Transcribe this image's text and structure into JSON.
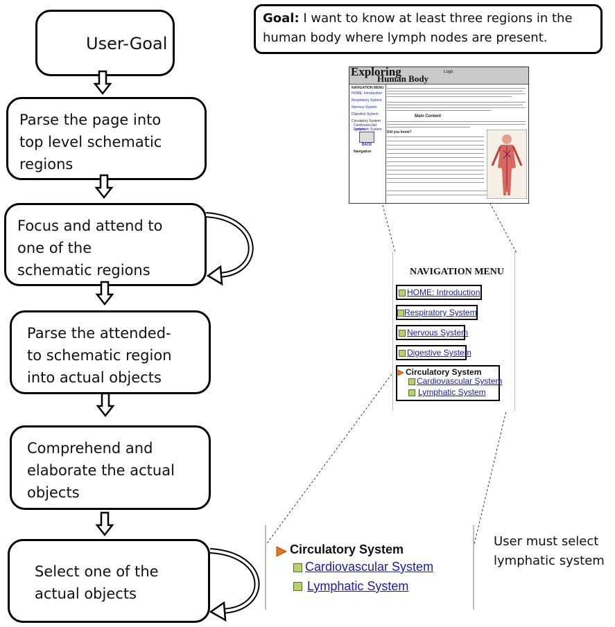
{
  "goal": {
    "label": "Goal:",
    "text_line1": " I want to know at least three regions in the",
    "text_line2": "human body where lymph nodes are present."
  },
  "flow": {
    "step0": "User-Goal",
    "step1": [
      "Parse the page into",
      "top level schematic",
      "regions"
    ],
    "step2": [
      "Focus and attend to",
      "one of the",
      "schematic regions"
    ],
    "step3": [
      "Parse the attended-",
      "to schematic region",
      "into actual objects"
    ],
    "step4": [
      "Comprehend and",
      "elaborate the actual",
      "objects"
    ],
    "step5": [
      "Select  one of the",
      "actual objects"
    ]
  },
  "thumbnail": {
    "title_line1": "Exploring",
    "title_line2": "Human Body",
    "logo": "Logo",
    "nav_heading": "NAVIGATION MENU",
    "nav_items": [
      "HOME: Introduction",
      "Respiratory System",
      "Nervous System",
      "Digestive System",
      "Circulatory System",
      "Cardiovascular System",
      "Lymphatic System"
    ],
    "back": "BACK",
    "nav_word": "Navigation",
    "section_title": "Main Content",
    "facts_heading": "Did you know?"
  },
  "nav_menu": {
    "title": "NAVIGATION MENU",
    "items": [
      "HOME: Introduction",
      "Respiratory System",
      "Nervous System",
      "Digestive System"
    ],
    "group_label": "Circulatory System",
    "sub_items": [
      "Cardiovascular System",
      "Lymphatic System"
    ]
  },
  "zoom": {
    "group_label": "Circulatory System",
    "sub_items": [
      "Cardiovascular System",
      "Lymphatic System"
    ]
  },
  "note": {
    "line1": "User must select",
    "line2": "lymphatic system"
  },
  "colors": {
    "link": "#1a1ab0",
    "bullet_green": "#b5d36a",
    "arrow_orange": "#e8761c"
  }
}
